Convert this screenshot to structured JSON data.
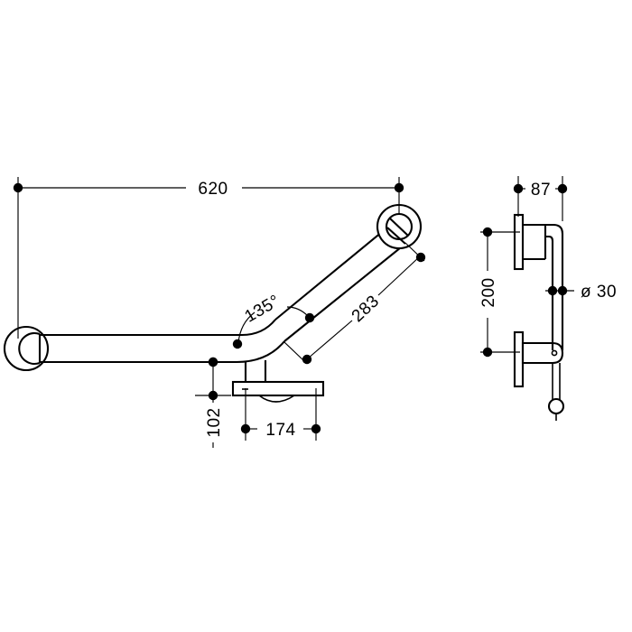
{
  "drawing": {
    "title": "Angled grab bar technical dimension drawing",
    "background_color": "#ffffff",
    "line_color": "#000000",
    "views": [
      {
        "name": "front-elevation-view",
        "label": ""
      },
      {
        "name": "side-elevation-view",
        "label": ""
      }
    ]
  },
  "dimensions": {
    "overall_length": "620",
    "diagonal_arm": "283",
    "elbow_angle": "135°",
    "bracket_drop": "102",
    "bracket_offset": "174",
    "wall_projection": "87",
    "flange_spacing": "200",
    "tube_diameter": "ø 30"
  },
  "labels": {
    "dim_620": "620",
    "dim_283": "283",
    "dim_135": "135°",
    "dim_102": "102",
    "dim_174": "174",
    "dim_87": "87",
    "dim_200": "200",
    "dim_d30": "ø 30"
  }
}
